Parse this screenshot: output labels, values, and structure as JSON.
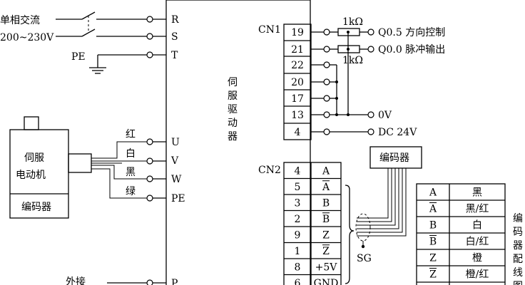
{
  "power": {
    "label_single_phase": "单相交流",
    "label_voltage": "200~230V",
    "label_pe": "PE"
  },
  "drive": {
    "title": "伺服驱动器",
    "terminals_power": [
      "R",
      "S",
      "T"
    ],
    "terminals_motor": [
      "U",
      "V",
      "W",
      "PE"
    ],
    "terminal_bottom": "P"
  },
  "external": {
    "label": "外接"
  },
  "motor": {
    "name": "伺服电动机",
    "encoder_label": "编码器",
    "wire_colors": [
      "红",
      "白",
      "黑",
      "绿"
    ]
  },
  "cn1": {
    "label": "CN1",
    "pins": [
      "19",
      "21",
      "22",
      "20",
      "17",
      "13",
      "4"
    ],
    "resistor_label": "1kΩ",
    "signal_q05": "Q0.5 方向控制",
    "signal_q00": "Q0.0 脉冲输出",
    "signal_0v": "0V",
    "signal_dc24": "DC 24V"
  },
  "cn2": {
    "label": "CN2",
    "pins": [
      "4",
      "5",
      "3",
      "2",
      "9",
      "1",
      "8",
      "6"
    ],
    "signals": [
      "A",
      "A",
      "B",
      "B",
      "Z",
      "Z",
      "+5V",
      "GND"
    ],
    "overline": [
      false,
      true,
      false,
      true,
      false,
      true,
      false,
      false
    ],
    "sg_label": "SG"
  },
  "encoder_box": {
    "label": "编码器"
  },
  "wiring_table": {
    "title": "编码器配线图",
    "rows": [
      [
        "A",
        "黑"
      ],
      [
        "A",
        "黑/红"
      ],
      [
        "B",
        "白"
      ],
      [
        "B",
        "白/红"
      ],
      [
        "Z",
        "橙"
      ],
      [
        "Z",
        "橙/红"
      ]
    ]
  }
}
